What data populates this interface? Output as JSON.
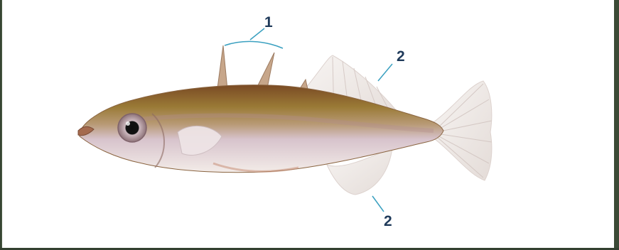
{
  "image": {
    "subject": "stickleback-fish",
    "labels": [
      {
        "id": "spines",
        "text": "1"
      },
      {
        "id": "dorsal-fin",
        "text": "2"
      },
      {
        "id": "anal-fin",
        "text": "2"
      }
    ],
    "colors": {
      "label": "#1f3a5a",
      "leader_line": "#3aa0c0",
      "back": "#8a6a2a",
      "belly": "#efe3e6",
      "fin": "#f2eeec"
    }
  }
}
